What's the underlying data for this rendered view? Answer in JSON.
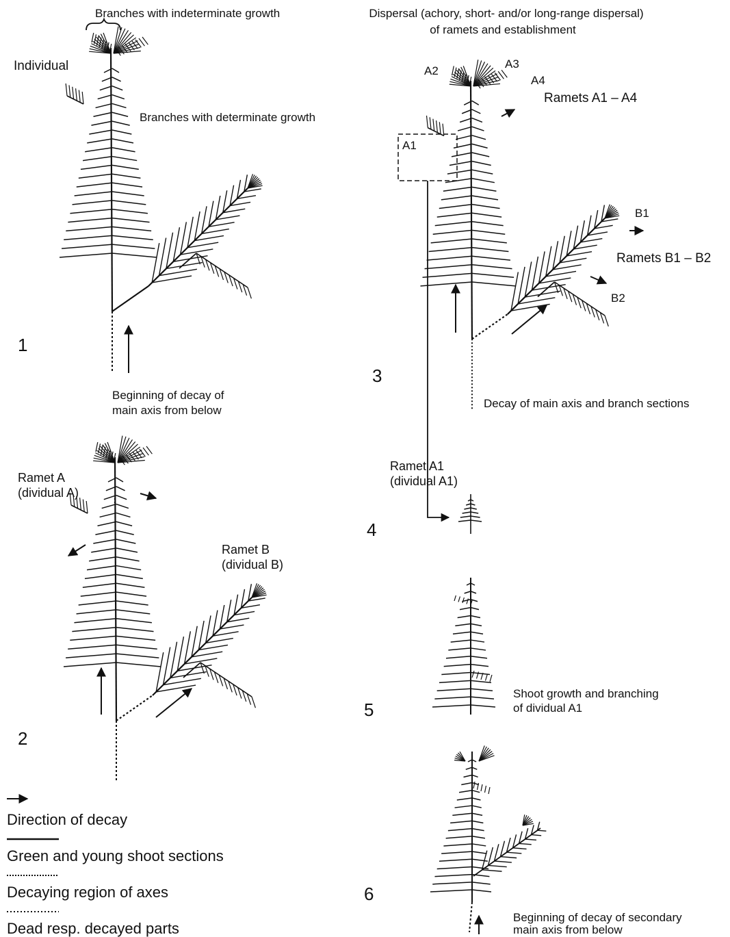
{
  "panel1": {
    "number": "1",
    "top_caption": "Branches with indeterminate growth",
    "individual": "Individual",
    "determinate": "Branches with determinate growth",
    "decay_caption": [
      "Beginning of decay of",
      "main axis from below"
    ]
  },
  "panel2": {
    "number": "2",
    "ramet_a": [
      "Ramet A",
      "(dividual A)"
    ],
    "ramet_b": [
      "Ramet B",
      "(dividual B)"
    ]
  },
  "panel3": {
    "number": "3",
    "dispersal": [
      "Dispersal (achory, short- and/or long-range dispersal)",
      "of ramets and establishment"
    ],
    "tags": {
      "a1": "A1",
      "a2": "A2",
      "a3": "A3",
      "a4": "A4",
      "b1": "B1",
      "b2": "B2"
    },
    "ramets_a": "Ramets A1 – A4",
    "ramets_b": "Ramets B1 – B2",
    "decay_caption": "Decay of main axis and branch sections"
  },
  "panel4": {
    "number": "4",
    "ramet_a1": [
      "Ramet A1",
      "(dividual A1)"
    ]
  },
  "panel5": {
    "number": "5",
    "caption": [
      "Shoot growth and branching",
      "of dividual A1"
    ]
  },
  "panel6": {
    "number": "6",
    "caption": [
      "Beginning of decay of secondary",
      "main axis from below"
    ]
  },
  "legend": {
    "direction": "Direction of decay",
    "green": "Green and young shoot sections",
    "decaying": "Decaying region of axes",
    "dead": "Dead resp. decayed parts"
  }
}
